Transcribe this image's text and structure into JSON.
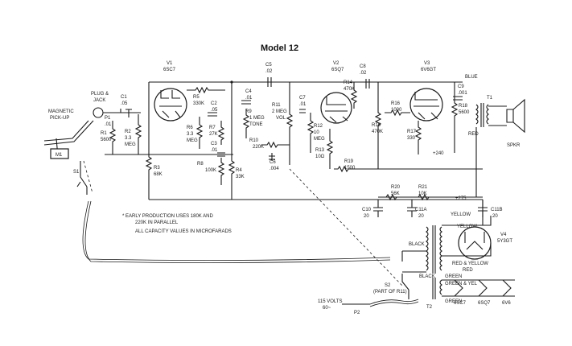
{
  "title": "Model 12",
  "notes": {
    "line1": "* EARLY PRODUCTION USES 180K AND",
    "line2": "220K IN PARALLEL",
    "line3": "ALL CAPACITY VALUES IN MICROFARADS"
  },
  "labels": {
    "magnetic1": "MAGNETIC",
    "magnetic2": "PICK-UP",
    "plug1": "PLUG &",
    "plug2": "JACK",
    "m1": "M1",
    "s1": "S1",
    "v1": "V1",
    "v1t": "6SC7",
    "v2": "V2",
    "v2t": "6SQ7",
    "v3": "V3",
    "v3t": "6V6GT",
    "v4": "V4",
    "v4t": "5Y3GT",
    "c1": "C1",
    "c1v": ".05",
    "p1": "P1",
    "p1v": ".01",
    "r1": "R1",
    "r1v": "5600",
    "r2": "R2",
    "r2v": "3.3",
    "r2u": "MEG",
    "r3": "R3",
    "r3v": "68K",
    "r4": "R4",
    "r4v": "33K",
    "r5": "R5",
    "r5v": "330K",
    "r6": "R6",
    "r6v": "3.3",
    "r6u": "MEG",
    "r7": "R7",
    "r7v": "27K",
    "r8": "R8",
    "r8v": "100K",
    "c2": "C2",
    "c2v": ".05",
    "c3": "C3",
    "c3v": ".01",
    "c4": "C4",
    "c4v": ".01",
    "c5": "C5",
    "c5v": ".02",
    "r9": "R9",
    "r9v": "1 MEG",
    "r9u": "TONE",
    "r10": "R10",
    "r10v": "220K",
    "c6": "C6",
    "c6v": ".004",
    "r11": "R11",
    "r11v": "2 MEG",
    "r11u": "VOL",
    "c7": "C7",
    "c7v": ".01",
    "r12": "R12",
    "r12v": "10",
    "r12u": "MEG",
    "r13": "R13",
    "r13v": "10Ω",
    "r14": "R14",
    "r14v": "470K",
    "r15": "R15",
    "r15v": "470K",
    "c8": "C8",
    "c8v": ".02",
    "r16": "R16",
    "r16v": "1000",
    "r17": "R17",
    "r17v": "330",
    "r18": "R18",
    "r18v": "5600",
    "c9": "C9",
    "c9v": ".001",
    "r19": "R19",
    "r19v": "1500",
    "r20": "R20",
    "r20v": "56K",
    "r21": "R21",
    "r21v": "10K",
    "c10": "C10",
    "c10v": "20",
    "c11": "C11A",
    "c11v": "20",
    "c12": "C11B",
    "c12v": "20",
    "t1": "T1",
    "t2": "T2",
    "spkr": "SPKR",
    "blue": "BLUE",
    "red": "RED",
    "yellow": "YELLOW",
    "yellow2": "YELLOW",
    "red2": "RED",
    "redyellow": "RED & YELLOW",
    "black": "BLACK",
    "black2": "BLACK",
    "green": "GREEN",
    "greenyel": "GREEN & YEL",
    "green2": "GREEN",
    "v240": "+240",
    "v275": "+275",
    "s2": "S2",
    "s2b": "(PART OF R11)",
    "mains1": "115 VOLTS",
    "mains2": "60~",
    "p2": "P2",
    "h1": "6SC7",
    "h2": "6SQ7",
    "h3": "6V6"
  }
}
